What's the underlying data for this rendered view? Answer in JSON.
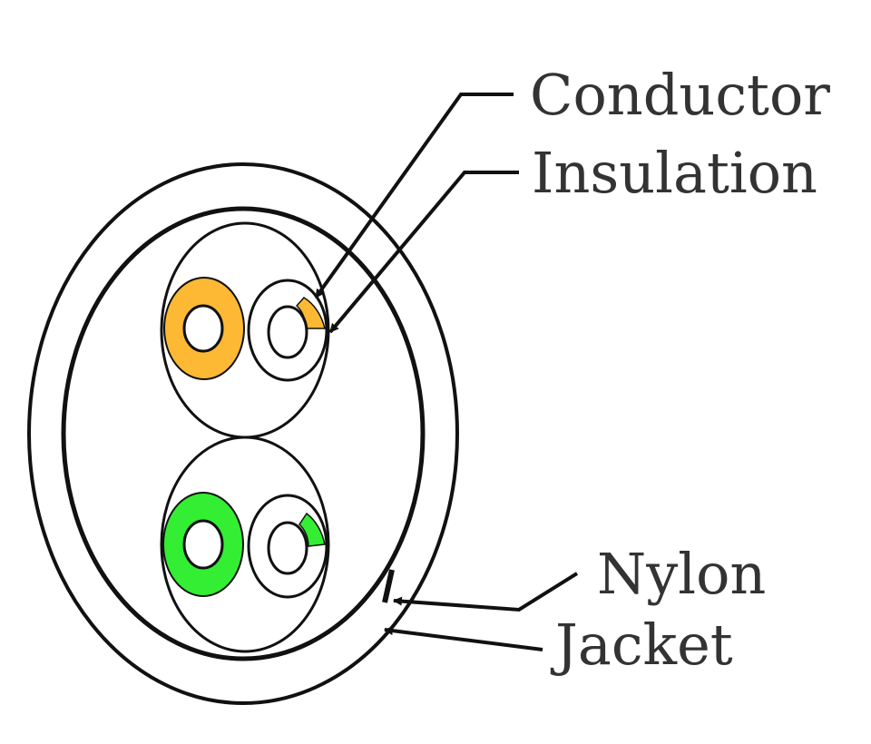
{
  "labels": {
    "conductor": "Conductor",
    "insulation": "Insulation",
    "nylon": "Nylon",
    "jacket": "Jacket"
  },
  "colors": {
    "line": "#111111",
    "label_text": "#333333",
    "pair1_insulation": "#FDB933",
    "pair2_insulation": "#33EE33",
    "background": "#FFFFFF"
  }
}
